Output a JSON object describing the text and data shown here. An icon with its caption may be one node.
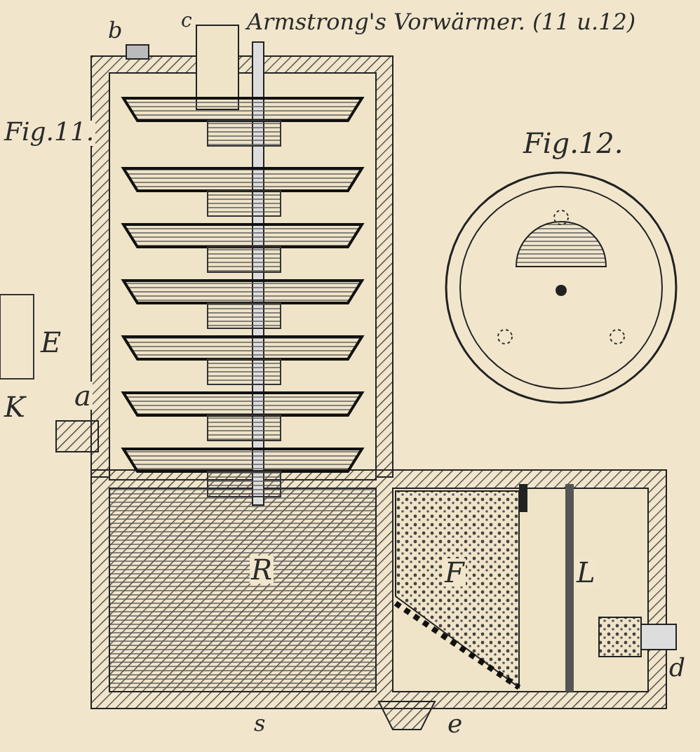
{
  "diagram": {
    "title": "Armstrong's Vorwärmer. (11 u.12)",
    "labels": [
      "b",
      "c",
      "Fig.11.",
      "Fig.12.",
      "E",
      "K",
      "a",
      "R",
      "F",
      "L",
      "d",
      "s",
      "e"
    ]
  }
}
